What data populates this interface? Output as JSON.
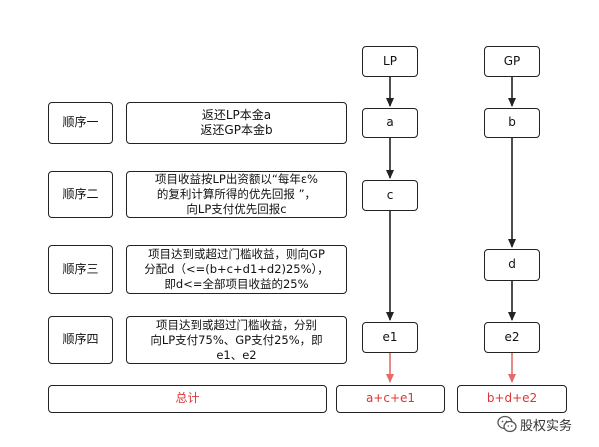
{
  "orders": [
    {
      "label": "顺序一",
      "text": "返还LP本金a\n返还GP本金b"
    },
    {
      "label": "顺序二",
      "text": "项目收益按LP出资额以“每年ε%\n的复利计算所得的优先回报 ”，\n向LP支付优先回报c"
    },
    {
      "label": "顺序三",
      "text": "项目达到或超过门槛收益，则向GP\n分配d（<=(b+c+d1+d2)25%），\n即d<=全部项目收益的25%"
    },
    {
      "label": "顺序四",
      "text": "项目达到或超过门槛收益，分别\n向LP支付75%、GP支付25%，即\ne1、e2"
    }
  ],
  "total": {
    "label": "总计",
    "lp_sum": "a+c+e1",
    "gp_sum": "b+d+e2"
  },
  "lp_column": {
    "header": "LP",
    "nodes": [
      "a",
      "c",
      "e1"
    ]
  },
  "gp_column": {
    "header": "GP",
    "nodes": [
      "b",
      "d",
      "e2"
    ]
  },
  "watermark": "股权实务",
  "colors": {
    "line": "#222222",
    "accent": "#e03434"
  }
}
